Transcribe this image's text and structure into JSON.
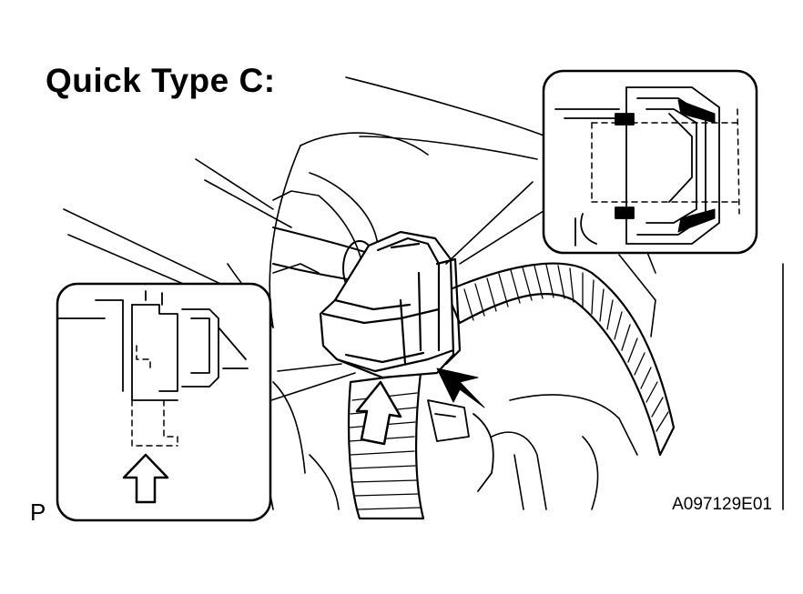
{
  "figure": {
    "title": "Quick Type C:",
    "figure_code": "A097129E01",
    "corner_mark": "P"
  },
  "colors": {
    "ink": "#000000",
    "paper": "#ffffff"
  },
  "callouts": [
    {
      "name": "connector-closeup-inset",
      "content": "cross-section of quick connector engaged"
    },
    {
      "name": "retainer-closeup-inset",
      "content": "retainer tab with push direction arrow"
    }
  ],
  "arrows": [
    {
      "name": "push-up-arrow",
      "style": "outline"
    },
    {
      "name": "push-in-arrow",
      "style": "solid"
    },
    {
      "name": "inset-push-arrow",
      "style": "outline"
    }
  ]
}
